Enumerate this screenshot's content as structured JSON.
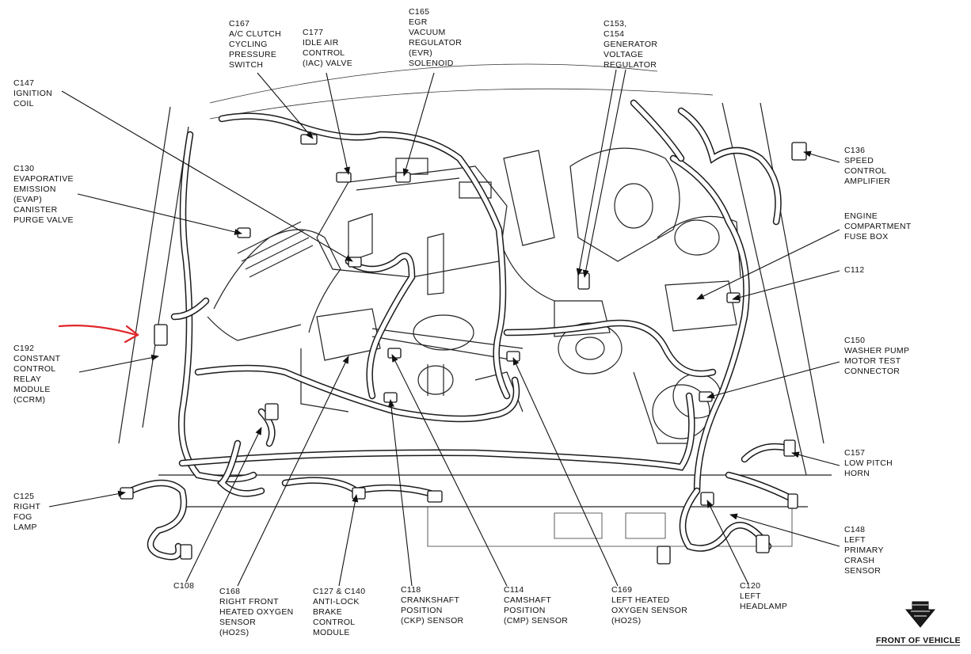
{
  "labels": {
    "c167": [
      "C167",
      "A/C CLUTCH",
      "CYCLING",
      "PRESSURE",
      "SWITCH"
    ],
    "c177": [
      "C177",
      "IDLE AIR",
      "CONTROL",
      "(IAC) VALVE"
    ],
    "c165": [
      "C165",
      "EGR",
      "VACUUM",
      "REGULATOR",
      "(EVR)",
      "SOLENOID"
    ],
    "c153": [
      "C153,",
      "C154",
      "GENERATOR",
      "VOLTAGE",
      "REGULATOR"
    ],
    "c147": [
      "C147",
      "IGNITION",
      "COIL"
    ],
    "c130": [
      "C130",
      "EVAPORATIVE",
      "EMISSION",
      "(EVAP)",
      "CANISTER",
      "PURGE VALVE"
    ],
    "c136": [
      "C136",
      "SPEED",
      "CONTROL",
      "AMPLIFIER"
    ],
    "fusebox": [
      "ENGINE",
      "COMPARTMENT",
      "FUSE BOX"
    ],
    "c112": [
      "C112"
    ],
    "c150": [
      "C150",
      "WASHER PUMP",
      "MOTOR TEST",
      "CONNECTOR"
    ],
    "c192": [
      "C192",
      "CONSTANT",
      "CONTROL",
      "RELAY",
      "MODULE",
      "(CCRM)"
    ],
    "c157": [
      "C157",
      "LOW PITCH",
      "HORN"
    ],
    "c125": [
      "C125",
      "RIGHT",
      "FOG",
      "LAMP"
    ],
    "c148": [
      "C148",
      "LEFT",
      "PRIMARY",
      "CRASH",
      "SENSOR"
    ],
    "c108": [
      "C108"
    ],
    "c168": [
      "C168",
      "RIGHT FRONT",
      "HEATED OXYGEN",
      "SENSOR",
      "(HO2S)"
    ],
    "c127": [
      "C127 & C140",
      "ANTI-LOCK",
      "BRAKE",
      "CONTROL",
      "MODULE"
    ],
    "c118": [
      "C118",
      "CRANKSHAFT",
      "POSITION",
      "(CKP) SENSOR"
    ],
    "c114": [
      "C114",
      "CAMSHAFT",
      "POSITION",
      "(CMP) SENSOR"
    ],
    "c169": [
      "C169",
      "LEFT HEATED",
      "OXYGEN SENSOR",
      "(HO2S)"
    ],
    "c120": [
      "C120",
      "LEFT",
      "HEADLAMP"
    ]
  },
  "front_of_vehicle": "FRONT OF VEHICLE",
  "colors": {
    "ink": "#111111",
    "annotation_arrow": "#e0262b",
    "background": "#ffffff"
  }
}
